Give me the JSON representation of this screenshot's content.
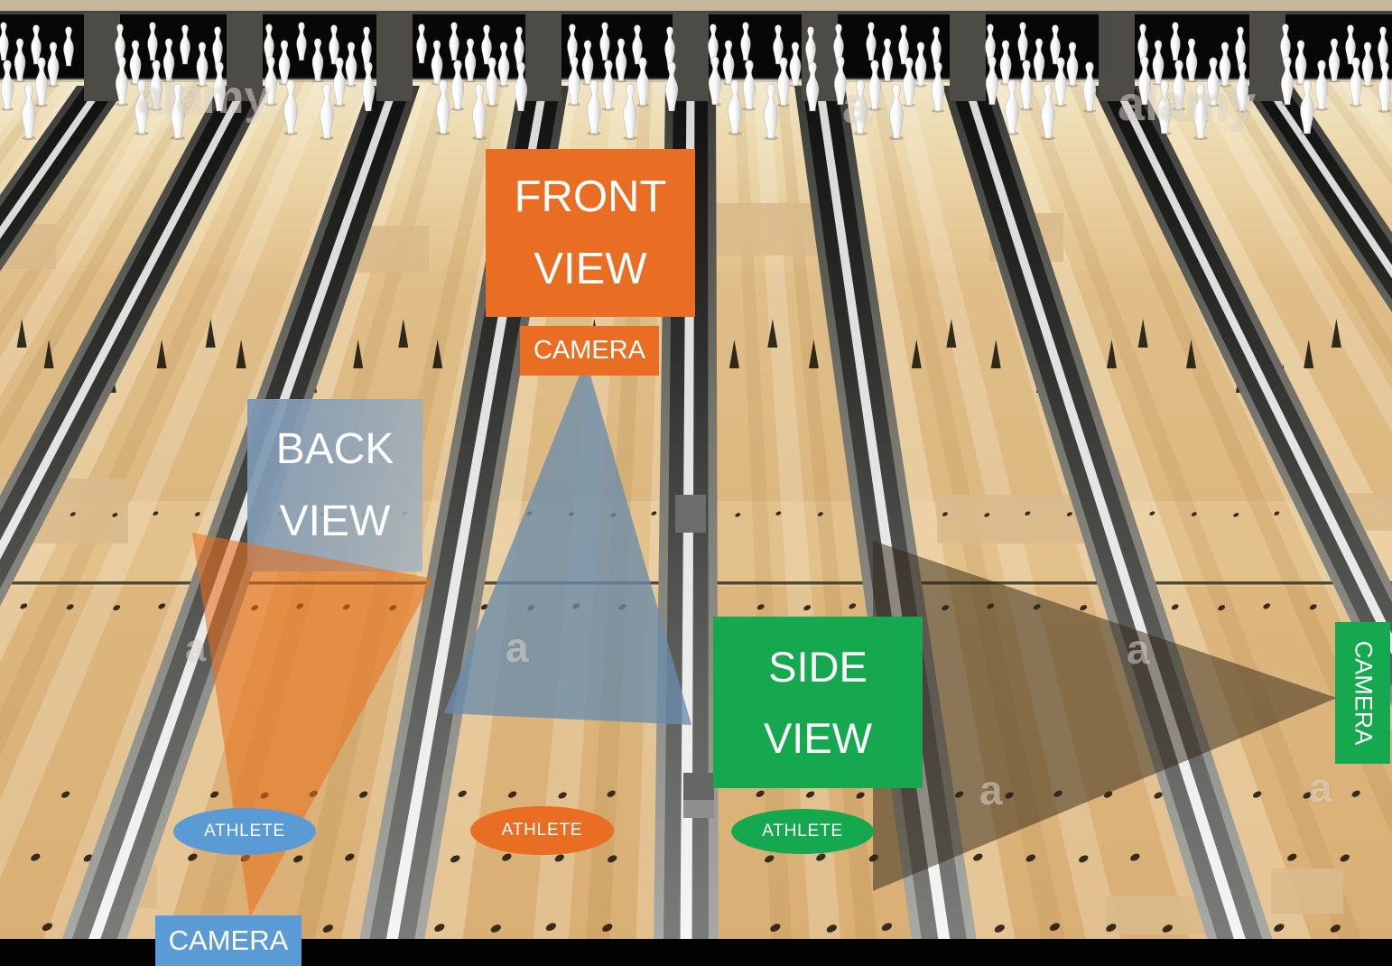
{
  "labels": {
    "front": {
      "line1": "FRONT",
      "line2": "VIEW",
      "camera": "CAMERA",
      "athlete": "ATHLETE"
    },
    "back": {
      "line1": "BACK",
      "line2": "VIEW",
      "camera": "CAMERA",
      "athlete": "ATHLETE"
    },
    "side": {
      "line1": "SIDE",
      "line2": "VIEW",
      "camera": "CAMERA",
      "athlete": "ATHLETE"
    }
  },
  "colors": {
    "front_accent": "#E96E24",
    "back_accent": "#5B9BD5",
    "side_accent": "#16A84E",
    "front_cone_fill": "rgba(105,140,170,0.78)",
    "back_cone_fill": "rgba(232,112,30,0.58)",
    "side_cone_fill": "rgba(48,38,22,0.5)"
  },
  "watermark": {
    "brand": "alamy",
    "mini": "a"
  }
}
